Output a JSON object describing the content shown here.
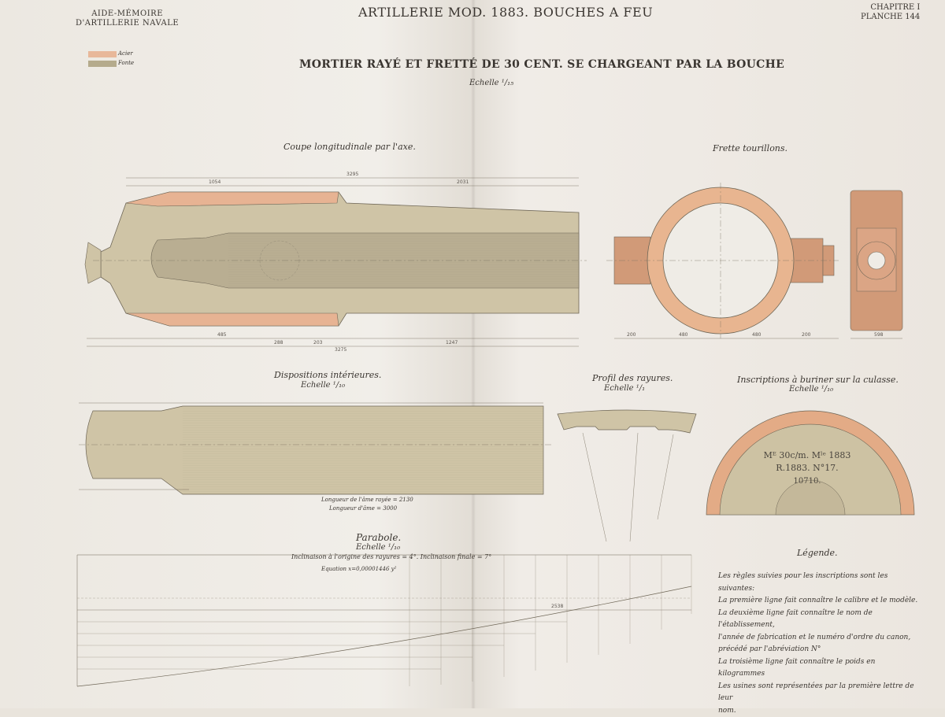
{
  "header": {
    "left_line1": "AIDE-MÉMOIRE",
    "left_line2": "D'ARTILLERIE NAVALE",
    "title": "ARTILLERIE MOD. 1883.   BOUCHES A FEU",
    "chapter": "CHAPITRE I",
    "plate": "PLANCHE 144"
  },
  "main_title": "MORTIER RAYÉ ET FRETTÉ DE 30 CENT. SE CHARGEANT PAR LA BOUCHE",
  "main_scale": "Echelle ¹/₁₅",
  "materials": [
    {
      "label": "Acier",
      "color": "#e8b89a"
    },
    {
      "label": "Fonte",
      "color": "#b5ab8c"
    }
  ],
  "sections": {
    "longitudinal": "Coupe longitudinale par l'axe.",
    "frette": "Frette tourillons.",
    "dispositions": "Dispositions intérieures.",
    "dispositions_scale": "Echelle ¹/₁₀",
    "profil": "Profil des rayures.",
    "profil_scale": "Echelle ¹/₁",
    "inscriptions": "Inscriptions à buriner sur la culasse.",
    "inscriptions_scale": "Echelle ¹/₁₀",
    "parabole": "Parabole.",
    "parabole_scale": "Echelle ¹/₁₀",
    "parabole_sub": "Inclinaison à l'origine des rayures = 4°. Inclinaison finale = 7°",
    "equation": "Equation  x=0,00001446 y²",
    "legend_title": "Légende."
  },
  "inscription": {
    "line1": "Mᴱ 30c/m. Mˡᵉ 1883",
    "line2": "R.1883. N°17.",
    "line3": "10710."
  },
  "bore_labels": {
    "rifled": "Longueur de l'âme rayée = 2130",
    "total": "Longueur d'âme = 3000"
  },
  "dimensions": {
    "top_total": "3295",
    "top_a": "1054",
    "top_b": "2031",
    "bottom_a": "485",
    "bottom_b": "288",
    "bottom_c": "3275",
    "bottom_d": "1247",
    "bottom_e": "203",
    "frette_a": "200",
    "frette_b": "480",
    "frette_c": "480",
    "frette_d": "200",
    "frette_e": "598",
    "parabole_len": "2538"
  },
  "notes": [
    "Les règles suivies pour les inscriptions sont les suivantes:",
    "La première ligne fait connaître le calibre et le modèle.",
    "La deuxième ligne fait connaître le nom de l'établissement,",
    "l'année de fabrication et le numéro d'ordre du canon,",
    "précédé par l'abréviation N°",
    "La troisième ligne fait connaître le poids en kilogrammes",
    "Les usines sont représentées par la première lettre de leur",
    "nom."
  ]
}
